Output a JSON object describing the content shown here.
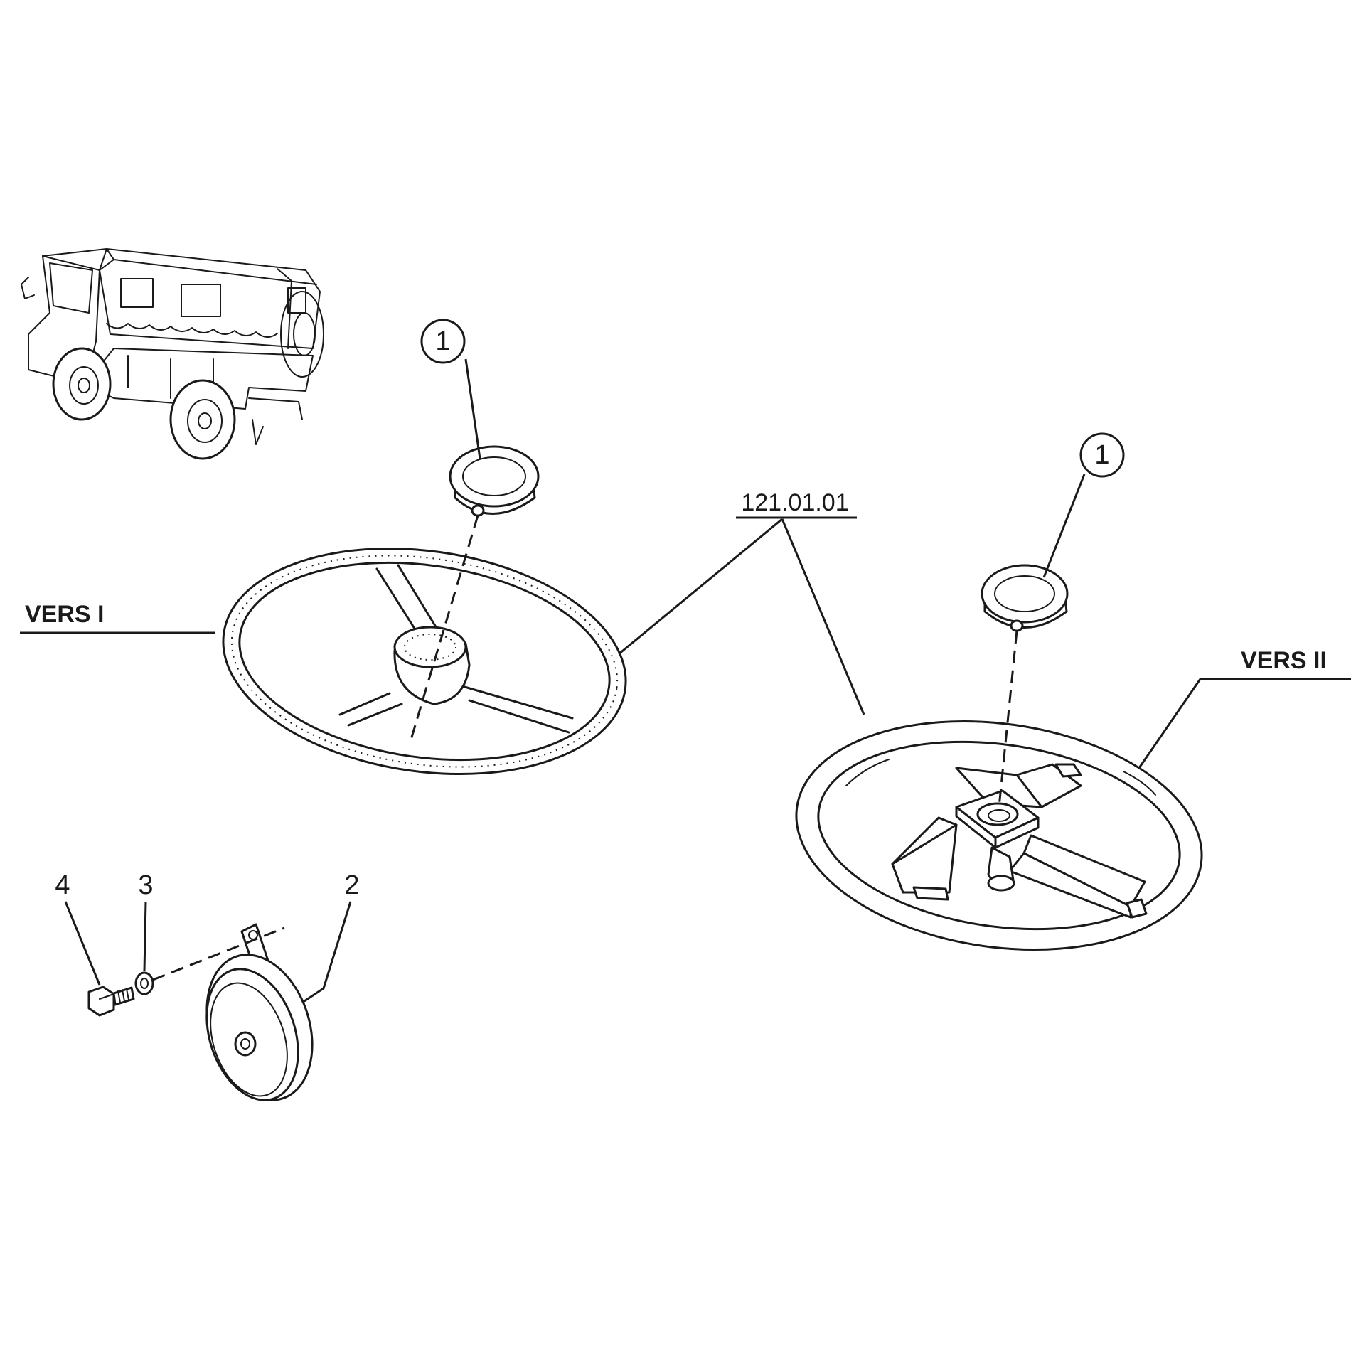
{
  "callouts": {
    "cap_left": "1",
    "cap_right": "1",
    "horn": "2",
    "washer": "3",
    "bolt": "4"
  },
  "reference": {
    "part_number": "121.01.01"
  },
  "versions": {
    "left": "VERS I",
    "right": "VERS II"
  }
}
